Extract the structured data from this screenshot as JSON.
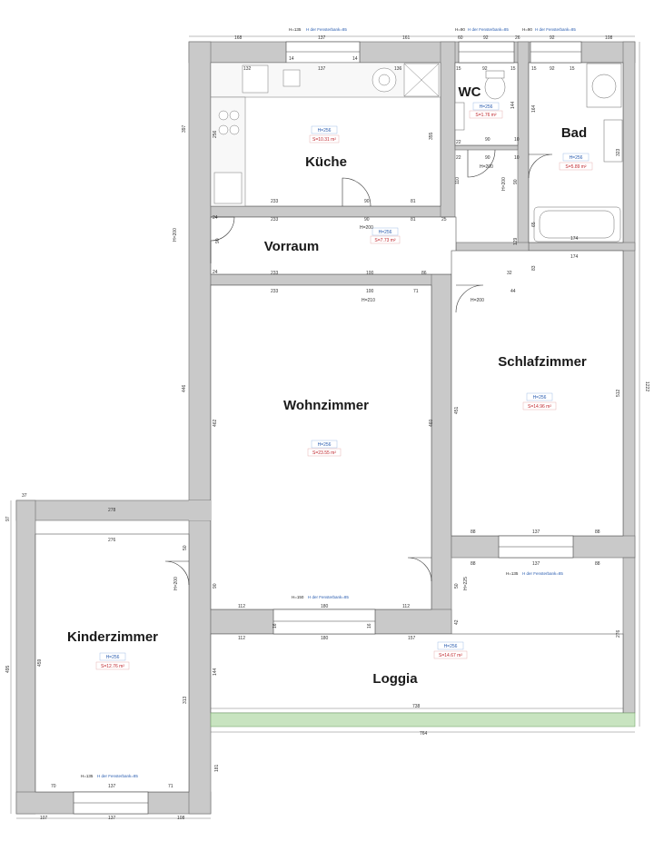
{
  "rooms": {
    "kueche": {
      "name": "Küche",
      "height": "H=256",
      "area": "S=10.31 m²"
    },
    "wc": {
      "name": "WC",
      "height": "H=256",
      "area": "S=1.76 m²"
    },
    "bad": {
      "name": "Bad",
      "height": "H=256",
      "area": "S=5.89 m²"
    },
    "vorraum": {
      "name": "Vorraum",
      "height": "H=256",
      "area": "S=7.73 m²"
    },
    "schlafzimmer": {
      "name": "Schlafzimmer",
      "height": "H=256",
      "area": "S=14.96 m²"
    },
    "wohnzimmer": {
      "name": "Wohnzimmer",
      "height": "H=256",
      "area": "S=23.55 m²"
    },
    "kinderzimmer": {
      "name": "Kinderzimmer",
      "height": "H=256",
      "area": "S=12.76 m²"
    },
    "loggia": {
      "name": "Loggia",
      "height": "H=256",
      "area": "S=14.67 m²"
    }
  },
  "windows": {
    "kueche": {
      "h": "H=135",
      "note": "H der Fensterbank=85"
    },
    "wc": {
      "h": "H=90",
      "note": "H der Fensterbank=85"
    },
    "bad": {
      "h": "H=90",
      "note": "H der Fensterbank=85"
    },
    "schlafzimmer": {
      "h": "H=135",
      "note": "H der Fensterbank=85"
    },
    "wohnzimmer": {
      "h": "H=150",
      "note": "H der Fensterbank=85"
    },
    "kinderzimmer": {
      "h": "H=135",
      "note": "H der Fensterbank=85"
    }
  },
  "doors": {
    "kueche": "H=200",
    "wc": "H=200",
    "bad": "H=200",
    "vorraum_entry": "H=200",
    "schlaf": "H=200",
    "wohn": "H=210",
    "kinder": "H=200",
    "loggia": "H=225"
  },
  "dims": {
    "top_168": "168",
    "top_137": "137",
    "top_161": "161",
    "top_60": "60",
    "top_92a": "92",
    "top_26": "26",
    "top_92b": "92",
    "top_108": "108",
    "k_132": "132",
    "k_137": "137",
    "k_136": "136",
    "k_15a": "15",
    "k_15b": "15",
    "k_92": "92",
    "k_15c": "15",
    "k_15d": "15",
    "k_92b": "92",
    "left_397": "397",
    "left_446": "446",
    "left_495": "495",
    "right_1222": "1222",
    "k_side_256": "256",
    "k_side_355": "355",
    "wc_144": "144",
    "wc_22": "22",
    "wc_90": "90",
    "wc_10": "10",
    "wc_22b": "22",
    "wc_90b": "90",
    "wc_10b": "10",
    "bad_164": "164",
    "bad_323": "323",
    "bad_174": "174",
    "k_233": "233",
    "k_90": "90",
    "k_81": "81",
    "v_233": "233",
    "v_90": "90",
    "v_81": "81",
    "v_25": "25",
    "v_110": "110",
    "v_90b": "90",
    "v_129": "129",
    "v_65": "65",
    "v_233b": "233",
    "v_100": "100",
    "v_86": "86",
    "v_32": "32",
    "v_83": "83",
    "v_174": "174",
    "v_24": "24",
    "v_24b": "24",
    "v_90c": "90",
    "w_233": "233",
    "w_100": "100",
    "w_71": "71",
    "w_44": "44",
    "w_462": "462",
    "w_460": "460",
    "s_451": "451",
    "s_512": "512",
    "s_88a": "88",
    "s_137": "137",
    "s_88b": "88",
    "s_88c": "88",
    "s_137b": "137",
    "s_88d": "88",
    "k_37": "37",
    "k_97": "97",
    "k_278": "278",
    "k_276": "276",
    "k_459": "459",
    "k_90d": "90",
    "k_50": "50",
    "k_313": "313",
    "k_70": "70",
    "k_137c": "137",
    "k_71": "71",
    "k_107": "107",
    "k_137d": "137",
    "k_108": "108",
    "k_181": "181",
    "w_112a": "112",
    "w_180": "180",
    "w_112b": "112",
    "l_112": "112",
    "l_180": "180",
    "l_157": "157",
    "l_144": "144",
    "l_42": "42",
    "l_50": "50",
    "l_276": "276",
    "l_738": "738",
    "l_764": "764",
    "win_14a": "14",
    "win_14b": "14",
    "win_16a": "16",
    "win_16b": "16"
  }
}
